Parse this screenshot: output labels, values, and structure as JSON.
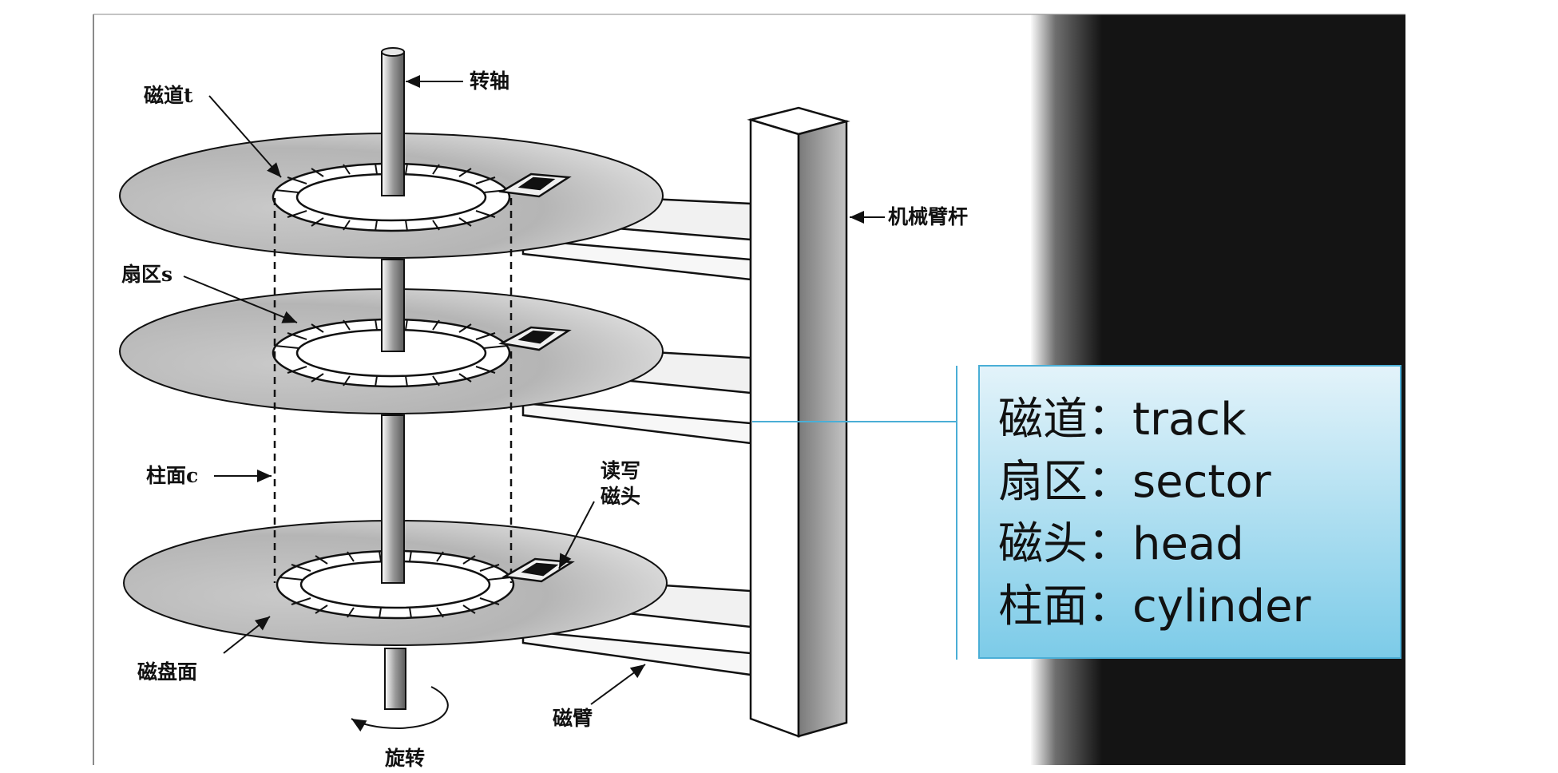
{
  "diagram": {
    "labels": {
      "spindle": "转轴",
      "track": "磁道t",
      "arm_rod": "机械臂杆",
      "sector": "扇区s",
      "cylinder": "柱面c",
      "read_write_head_line1": "读写",
      "read_write_head_line2": "磁头",
      "platter_surface": "磁盘面",
      "rotation": "旋转",
      "disk_arm": "磁臂"
    }
  },
  "callout": {
    "lines": [
      "磁道：track",
      "扇区：sector",
      "磁头：head",
      "柱面：cylinder"
    ]
  },
  "colors": {
    "background": "#ffffff",
    "dark_panel": "#141414",
    "callout_top": "#e3f3fa",
    "callout_bottom": "#7ccbe8",
    "callout_border": "#4aaed6"
  }
}
